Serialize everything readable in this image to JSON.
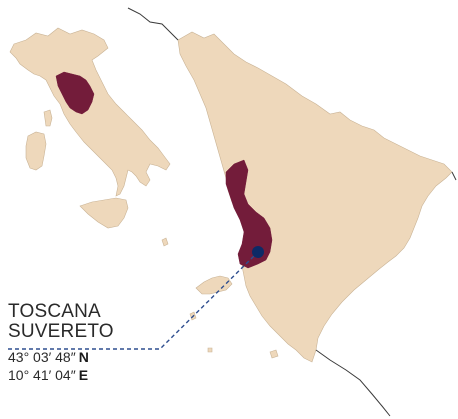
{
  "labels": {
    "region": "TOSCANA",
    "place": "SUVERETO",
    "latitude": "43° 03′ 48″",
    "latitude_dir": "N",
    "longitude": "10° 41′ 04″",
    "longitude_dir": "E"
  },
  "colors": {
    "land": "#eed8bb",
    "land_stroke": "#c9b395",
    "highlight": "#731c3a",
    "marker": "#0d2a66",
    "leader_line": "#2e4e8f",
    "text": "#2a2a2a"
  }
}
